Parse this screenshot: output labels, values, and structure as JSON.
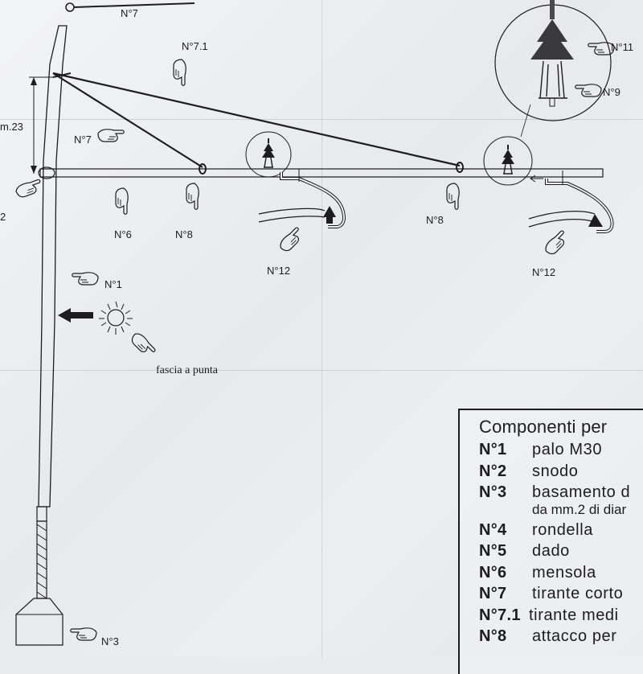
{
  "labels": {
    "n7_top": "N°7",
    "n7_1": "N°7.1",
    "dim_height": "m.23",
    "n7_side": "N°7",
    "n6": "N°6",
    "n8_left": "N°8",
    "n8_right": "N°8",
    "n11": "N°11",
    "n9": "N°9",
    "n12_left": "N°12",
    "n12_right": "N°12",
    "n1": "N°1",
    "fascia": "fascia a punta",
    "n3": "N°3",
    "edge_2": "2"
  },
  "legend": {
    "title": "Componenti per",
    "items": [
      {
        "code": "N°1",
        "desc": "palo M30"
      },
      {
        "code": "N°2",
        "desc": "snodo"
      },
      {
        "code": "N°3",
        "desc": "basamento d",
        "cont": "da mm.2 di diar"
      },
      {
        "code": "N°4",
        "desc": "rondella"
      },
      {
        "code": "N°5",
        "desc": "dado"
      },
      {
        "code": "N°6",
        "desc": "mensola"
      },
      {
        "code": "N°7",
        "desc": "tirante corto"
      },
      {
        "code": "N°7.1",
        "desc": "tirante medi"
      },
      {
        "code": "N°8",
        "desc": "attacco per"
      }
    ]
  },
  "colors": {
    "ink": "#1d1d1f",
    "paper": "#eceef1"
  }
}
